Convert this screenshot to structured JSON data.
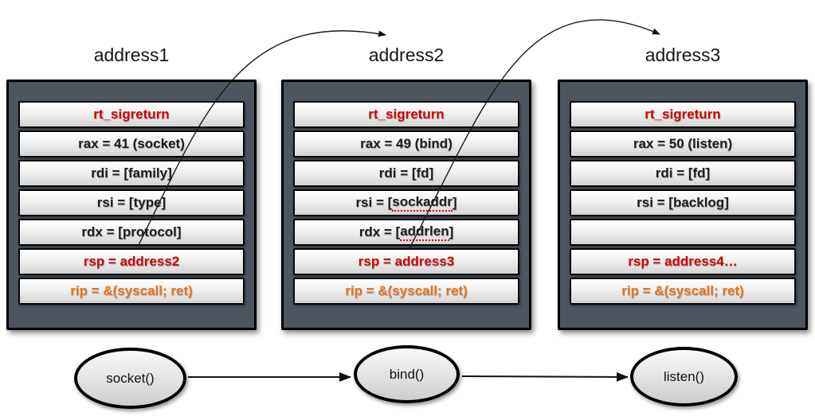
{
  "diagram": {
    "title": "",
    "frames": [
      {
        "label": "address1",
        "rows": [
          {
            "text": "rt_sigreturn",
            "style": "red"
          },
          {
            "text": "rax = 41 (socket)",
            "style": "dark"
          },
          {
            "text": "rdi = [family]",
            "style": "dark"
          },
          {
            "text": "rsi = [type]",
            "style": "dark"
          },
          {
            "text": "rdx = [protocol]",
            "style": "dark"
          },
          {
            "text": "rsp = address2",
            "style": "red"
          },
          {
            "text": "rip = &(syscall; ret)",
            "style": "orange"
          }
        ]
      },
      {
        "label": "address2",
        "rows": [
          {
            "text": "rt_sigreturn",
            "style": "red"
          },
          {
            "text": "rax = 49 (bind)",
            "style": "dark"
          },
          {
            "text": "rdi = [fd]",
            "style": "dark"
          },
          {
            "text": "rsi = [sockaddr]",
            "style": "dark",
            "dotted_word": "sockaddr"
          },
          {
            "text": "rdx = [addrlen]",
            "style": "dark",
            "dotted_word": "addrlen"
          },
          {
            "text": "rsp = address3",
            "style": "red"
          },
          {
            "text": "rip = &(syscall; ret)",
            "style": "orange"
          }
        ]
      },
      {
        "label": "address3",
        "rows": [
          {
            "text": "rt_sigreturn",
            "style": "red"
          },
          {
            "text": "rax = 50 (listen)",
            "style": "dark"
          },
          {
            "text": "rdi = [fd]",
            "style": "dark"
          },
          {
            "text": "rsi = [backlog]",
            "style": "dark"
          },
          {
            "text": "",
            "style": "empty"
          },
          {
            "text": "rsp = address4…",
            "style": "red"
          },
          {
            "text": "rip = &(syscall; ret)",
            "style": "orange"
          }
        ]
      }
    ],
    "syscall_nodes": [
      {
        "label": "socket()"
      },
      {
        "label": "bind()"
      },
      {
        "label": "listen()"
      }
    ],
    "arrows": [
      {
        "from": "address1 rsp row",
        "to": "address2 label"
      },
      {
        "from": "address2 rsp row",
        "to": "address3 label"
      },
      {
        "from": "socket()",
        "to": "bind()"
      },
      {
        "from": "bind()",
        "to": "listen()"
      }
    ],
    "colors": {
      "red": "#d00505",
      "orange": "#e8731a",
      "frame_bg": "#4d5660",
      "row_border": "#050505",
      "arrow": "#1a1a1a"
    }
  }
}
